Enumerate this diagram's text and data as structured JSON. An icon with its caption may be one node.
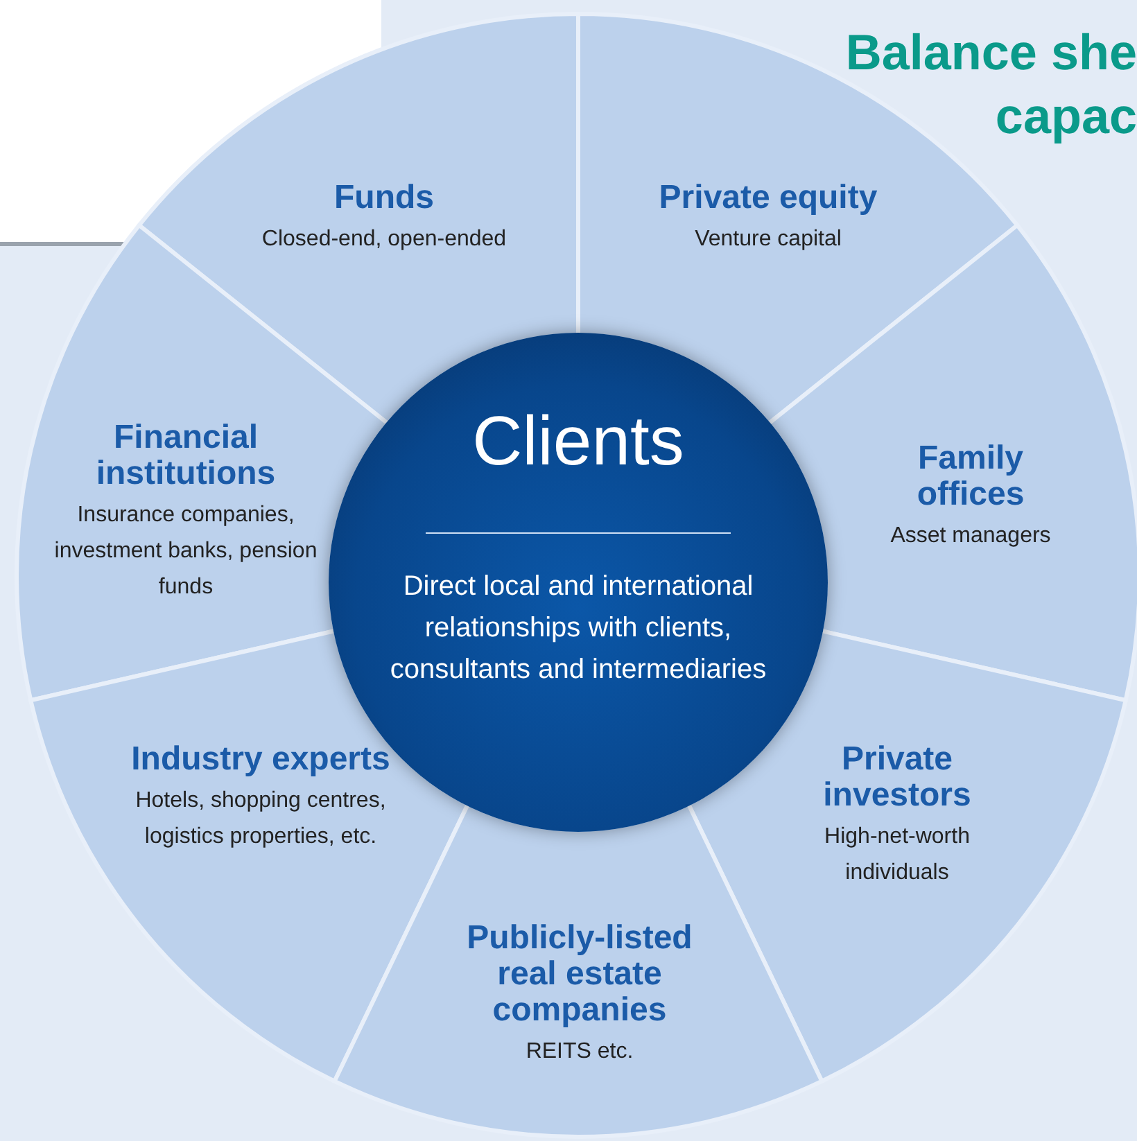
{
  "diagram": {
    "nodes": [
      {
        "text": [
          "Clients",
          "Direct local and international relationships with clients, consultants and intermediaries"
        ]
      },
      {
        "text": [
          "Funds",
          "Closed-end, open-ended"
        ]
      },
      {
        "text": [
          "Private equity",
          "Venture capital"
        ]
      },
      {
        "text": [
          "Financial institutions",
          "Insurance companies, investment banks, pension funds"
        ]
      },
      {
        "text": [
          "Family offices",
          "Asset managers"
        ]
      },
      {
        "text": [
          "Industry experts",
          "Hotels, shopping centres, logistics properties, etc."
        ]
      },
      {
        "text": [
          "Private investors",
          "High-net-worth individuals"
        ]
      },
      {
        "text": [
          "Publicly-listed real estate companies",
          "REITS etc."
        ]
      }
    ],
    "labels": [
      "Balance she capac"
    ]
  }
}
